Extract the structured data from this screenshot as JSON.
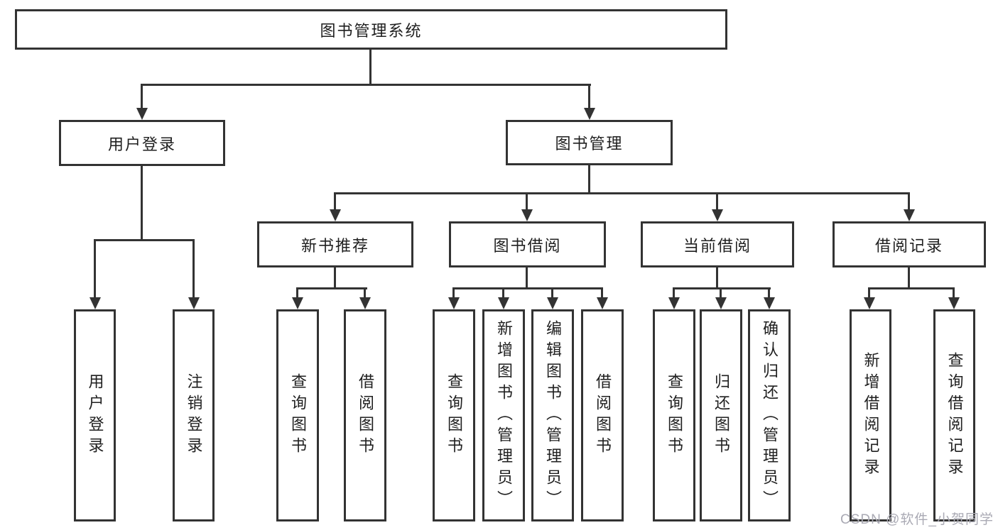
{
  "diagram": {
    "root": {
      "label": "图书管理系统"
    },
    "level2": {
      "user_login": {
        "label": "用户登录"
      },
      "book_mgmt": {
        "label": "图书管理"
      }
    },
    "level3": {
      "new_book_rec": {
        "label": "新书推荐"
      },
      "book_borrow": {
        "label": "图书借阅"
      },
      "current_borrow": {
        "label": "当前借阅"
      },
      "borrow_records": {
        "label": "借阅记录"
      }
    },
    "leaves": {
      "user_login": [
        "用户登录",
        "注销登录"
      ],
      "new_book_rec": [
        "查询图书",
        "借阅图书"
      ],
      "book_borrow": [
        "查询图书",
        "新增图书（管理员）",
        "编辑图书（管理员）",
        "借阅图书"
      ],
      "current_borrow": [
        "查询图书",
        "归还图书",
        "确认归还（管理员）"
      ],
      "borrow_records": [
        "新增借阅记录",
        "查询借阅记录"
      ]
    }
  },
  "watermark": "CSDN @软件_小贺同学",
  "colors": {
    "line": "#333333",
    "text": "#1f1f1f",
    "watermark": "#aaaab4",
    "background": "#ffffff"
  }
}
